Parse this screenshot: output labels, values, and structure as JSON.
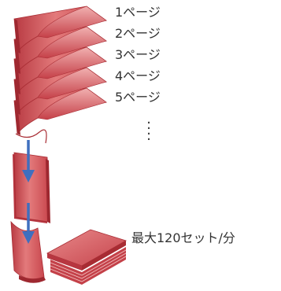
{
  "pages": [
    {
      "label": "1ページ"
    },
    {
      "label": "2ページ"
    },
    {
      "label": "3ページ"
    },
    {
      "label": "4ページ"
    },
    {
      "label": "5ページ"
    }
  ],
  "continuation": ":\n:",
  "speed_label": "最大120セット/分",
  "colors": {
    "sheet_fill": "#d9585a",
    "sheet_edge": "#a82c33",
    "sheet_highlight": "#f0a6a6",
    "arrow": "#3f6fbf",
    "text": "#333333"
  }
}
